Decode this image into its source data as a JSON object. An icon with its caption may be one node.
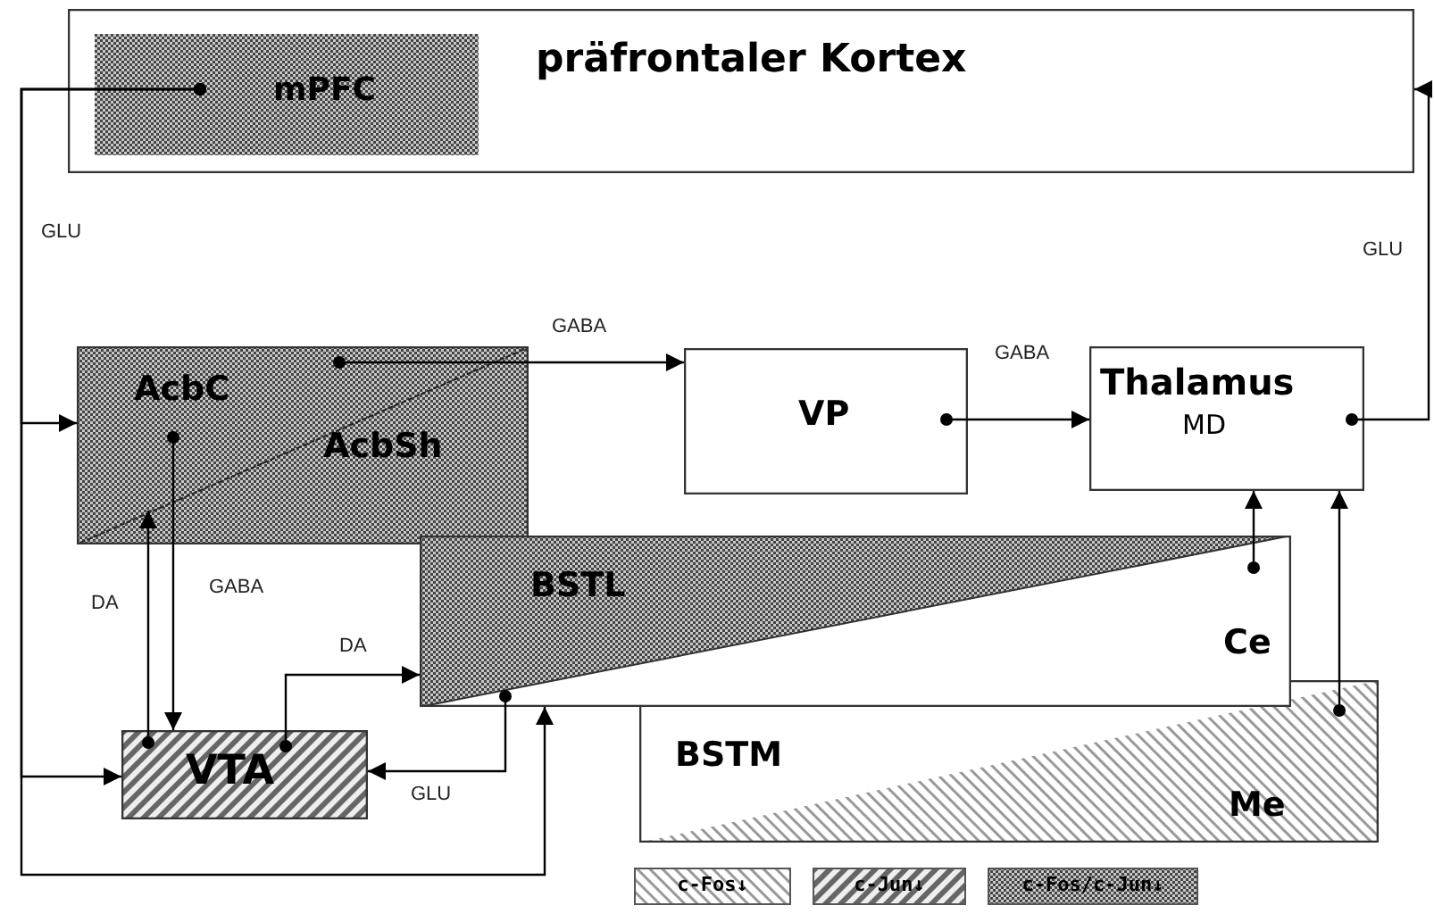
{
  "diagram": {
    "nodes": [
      {
        "text": [
          "präfrontaler Kortex"
        ]
      },
      {
        "text": [
          "mPFC"
        ],
        "in": 0
      },
      {
        "text": [
          "AcbC",
          "AcbSh"
        ]
      },
      {
        "text": [
          "VP"
        ]
      },
      {
        "text": [
          "Thalamus",
          "MD"
        ]
      },
      {
        "text": [
          "BSTL",
          "Ce"
        ]
      },
      {
        "text": [
          "BSTM",
          "Me"
        ]
      },
      {
        "text": [
          "VTA"
        ]
      }
    ],
    "edges": [
      {
        "from": 1,
        "to": 2,
        "arrow": "to",
        "label": "GLU"
      },
      {
        "from": 1,
        "to": 7,
        "arrow": "to"
      },
      {
        "from": 1,
        "to": 5,
        "arrow": "to"
      },
      {
        "from": 2,
        "to": 3,
        "arrow": "to",
        "label": "GABA"
      },
      {
        "from": 3,
        "to": 4,
        "arrow": "to",
        "label": "GABA"
      },
      {
        "from": 4,
        "to": 0,
        "arrow": "to",
        "label": "GLU"
      },
      {
        "from": 2,
        "to": 7,
        "arrow": "to",
        "label": "GABA"
      },
      {
        "from": 7,
        "to": 2,
        "arrow": "to",
        "label": "DA"
      },
      {
        "from": 7,
        "to": 5,
        "arrow": "to",
        "label": "DA"
      },
      {
        "from": 5,
        "to": 7,
        "arrow": "to",
        "label": "GLU"
      },
      {
        "from": 5,
        "to": 4,
        "arrow": "to"
      },
      {
        "from": 6,
        "to": 4,
        "arrow": "to"
      }
    ],
    "legend": [
      {
        "text": "c-Fos↓"
      },
      {
        "text": "c-Jun↓"
      },
      {
        "text": "c-Fos/c-Jun↓"
      }
    ]
  }
}
